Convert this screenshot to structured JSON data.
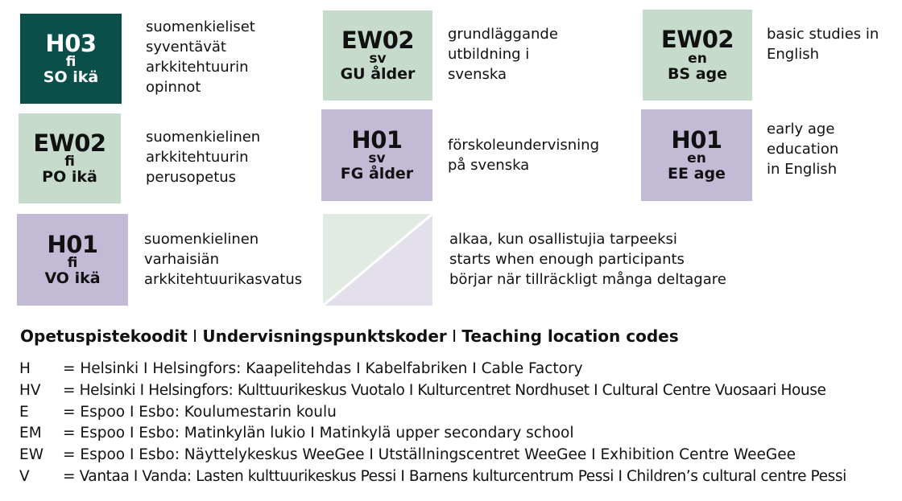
{
  "boxes": [
    {
      "code": "H03",
      "lang": "fi",
      "age": "SO ikä",
      "desc": [
        "suomenkieliset",
        "syventävät",
        "arkkitehtuurin",
        "opinnot"
      ]
    },
    {
      "code": "EW02",
      "lang": "fi",
      "age": "PO ikä",
      "desc": [
        "suomenkielinen",
        "arkkitehtuurin",
        "perusopetus"
      ]
    },
    {
      "code": "H01",
      "lang": "fi",
      "age": "VO ikä",
      "desc": [
        "suomenkielinen",
        "varhaisiän",
        "arkkitehtuurikasvatus"
      ]
    },
    {
      "code": "EW02",
      "lang": "sv",
      "age": "GU ålder",
      "desc": [
        "grundläggande",
        "utbildning i",
        "svenska"
      ]
    },
    {
      "code": "H01",
      "lang": "sv",
      "age": "FG ålder",
      "desc": [
        "förskoleundervisning",
        "på svenska"
      ]
    },
    {
      "code": "EW02",
      "lang": "en",
      "age": "BS age",
      "desc": [
        "basic studies in",
        "English"
      ]
    },
    {
      "code": "H01",
      "lang": "en",
      "age": "EE age",
      "desc": [
        "early age",
        "education",
        "in English"
      ]
    }
  ],
  "pending": {
    "desc": [
      "alkaa, kun osallistujia tarpeeksi",
      "starts when enough participants",
      "börjar när tillräckligt många deltagare"
    ]
  },
  "legend": {
    "title_parts": [
      "Opetuspistekoodit",
      " I ",
      "Undervisningspunktskoder",
      " I ",
      "Teaching location codes"
    ],
    "rows": [
      {
        "code": "H",
        "text": "= Helsinki I Helsingfors: Kaapelitehdas I Kabelfabriken I Cable Factory"
      },
      {
        "code": "HV",
        "text": "= Helsinki I Helsingfors: Kulttuurikeskus Vuotalo I Kulturcentret Nordhuset I Cultural Centre Vuosaari House"
      },
      {
        "code": "E",
        "text": "= Espoo I Esbo: Koulumestarin koulu"
      },
      {
        "code": "EM",
        "text": "= Espoo I Esbo: Matinkylän lukio I Matinkylä upper secondary school"
      },
      {
        "code": "EW",
        "text": "= Espoo I Esbo: Näyttelykeskus WeeGee I Utställningscentret WeeGee I Exhibition Centre WeeGee"
      },
      {
        "code": "V",
        "text": "= Vantaa I Vanda: Lasten kulttuurikeskus Pessi I Barnens kulturcentrum Pessi I Children’s cultural centre Pessi"
      }
    ]
  },
  "colors": {
    "dark": "#0a4f49",
    "green": "#c6dbcc",
    "lavender": "#c3bbd6"
  }
}
